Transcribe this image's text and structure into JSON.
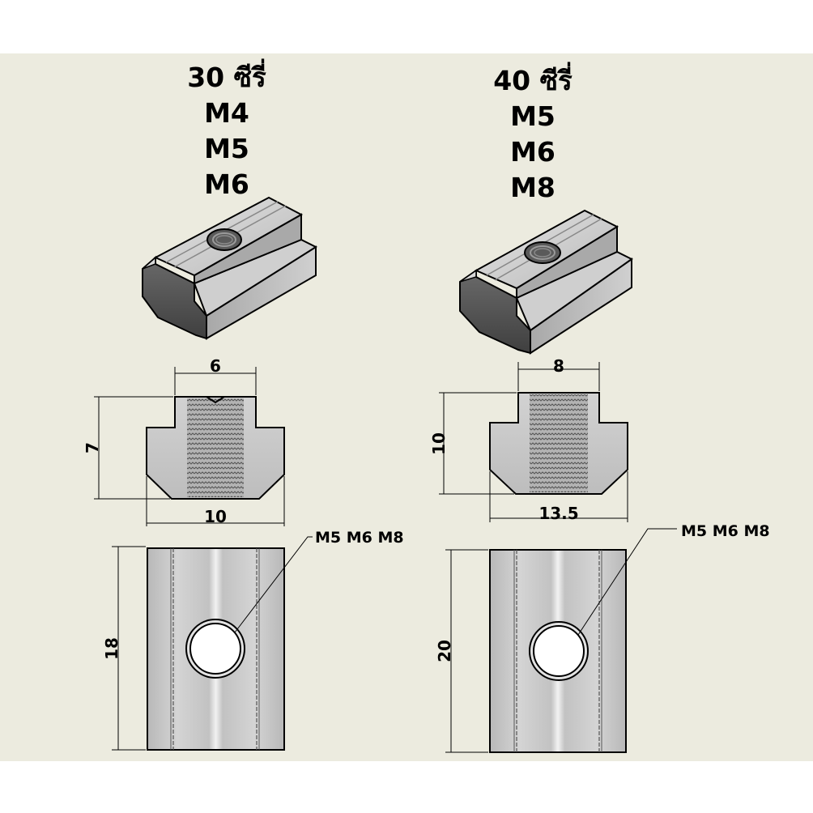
{
  "left": {
    "series": "30 ซีรี่",
    "threads": [
      "M4",
      "M5",
      "M6"
    ],
    "dim_top": "6",
    "dim_height": "7",
    "dim_bottom": "10",
    "dim_length": "18",
    "callout": "M5 M6 M8"
  },
  "right": {
    "series": "40 ซีรี่",
    "threads": [
      "M5",
      "M6",
      "M8"
    ],
    "dim_top": "8",
    "dim_height": "10",
    "dim_bottom": "13.5",
    "dim_length": "20",
    "callout": "M5 M6 M8"
  },
  "colors": {
    "background": "#ecebdf",
    "metal_light": "#c9c9c9",
    "metal_dark": "#555555",
    "outline": "#000000"
  }
}
